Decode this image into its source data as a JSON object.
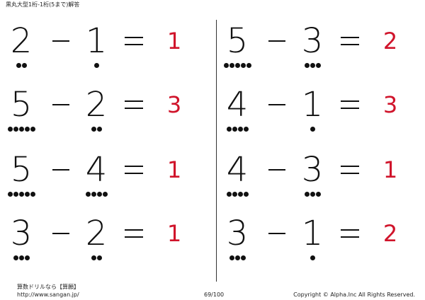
{
  "header": {
    "title": "黒丸大型1桁-1桁(5まで)解答"
  },
  "left_problems": [
    {
      "a": "2",
      "b": "1",
      "answer": "1",
      "a_dots": 2,
      "b_dots": 1
    },
    {
      "a": "5",
      "b": "2",
      "answer": "3",
      "a_dots": 5,
      "b_dots": 2
    },
    {
      "a": "5",
      "b": "4",
      "answer": "1",
      "a_dots": 5,
      "b_dots": 4
    },
    {
      "a": "3",
      "b": "2",
      "answer": "1",
      "a_dots": 3,
      "b_dots": 2
    }
  ],
  "right_problems": [
    {
      "a": "5",
      "b": "3",
      "answer": "2",
      "a_dots": 5,
      "b_dots": 3
    },
    {
      "a": "4",
      "b": "1",
      "answer": "3",
      "a_dots": 4,
      "b_dots": 1
    },
    {
      "a": "4",
      "b": "3",
      "answer": "1",
      "a_dots": 4,
      "b_dots": 3
    },
    {
      "a": "3",
      "b": "1",
      "answer": "2",
      "a_dots": 3,
      "b_dots": 1
    }
  ],
  "footer": {
    "brand": "算数ドリルなら【算願】",
    "url": "http://www.sangan.jp/",
    "page": "69/100",
    "copyright": "Copyright © Alpha.Inc All Rights Reserved."
  },
  "colors": {
    "answer": "#d0142b",
    "text": "#111111"
  }
}
